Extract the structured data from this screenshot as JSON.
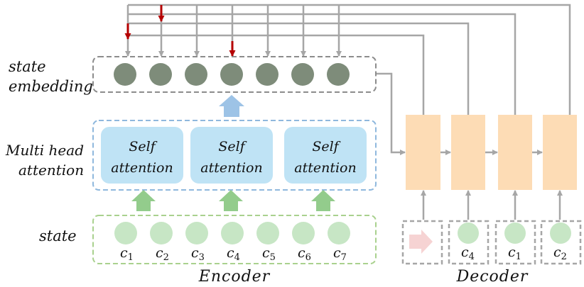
{
  "row_labels": {
    "state_embedding": [
      "state",
      "embedding"
    ],
    "multi_head_attention": [
      "Multi head",
      "attention"
    ],
    "state": "state"
  },
  "self_attention_blocks": [
    [
      "Self",
      "attention"
    ],
    [
      "Self",
      "attention"
    ],
    [
      "Self",
      "attention"
    ]
  ],
  "encoder_inputs": [
    {
      "base": "c",
      "sub": "1"
    },
    {
      "base": "c",
      "sub": "2"
    },
    {
      "base": "c",
      "sub": "3"
    },
    {
      "base": "c",
      "sub": "4"
    },
    {
      "base": "c",
      "sub": "5"
    },
    {
      "base": "c",
      "sub": "6"
    },
    {
      "base": "c",
      "sub": "7"
    }
  ],
  "decoder_inputs": [
    {
      "base": "",
      "sub": "",
      "start": true
    },
    {
      "base": "c",
      "sub": "4"
    },
    {
      "base": "c",
      "sub": "1"
    },
    {
      "base": "c",
      "sub": "2"
    }
  ],
  "captions": {
    "encoder": "Encoder",
    "decoder": "Decoder"
  },
  "colors": {
    "embedding_node": "#7e8c7a",
    "state_node": "#c7e6c5",
    "attention_fill": "#bfe3f5",
    "decoder_cell": "#fddcb5",
    "pointer_arrow": "#b50000",
    "connector": "#a6a6a6",
    "up_arrow_green": "#93cc8c",
    "up_arrow_blue": "#9dc3e6",
    "start_arrow": "#f6d3d3",
    "embedding_border": "#8c8c8c",
    "attention_border": "#8fb8dd",
    "state_border": "#a9d18e"
  }
}
